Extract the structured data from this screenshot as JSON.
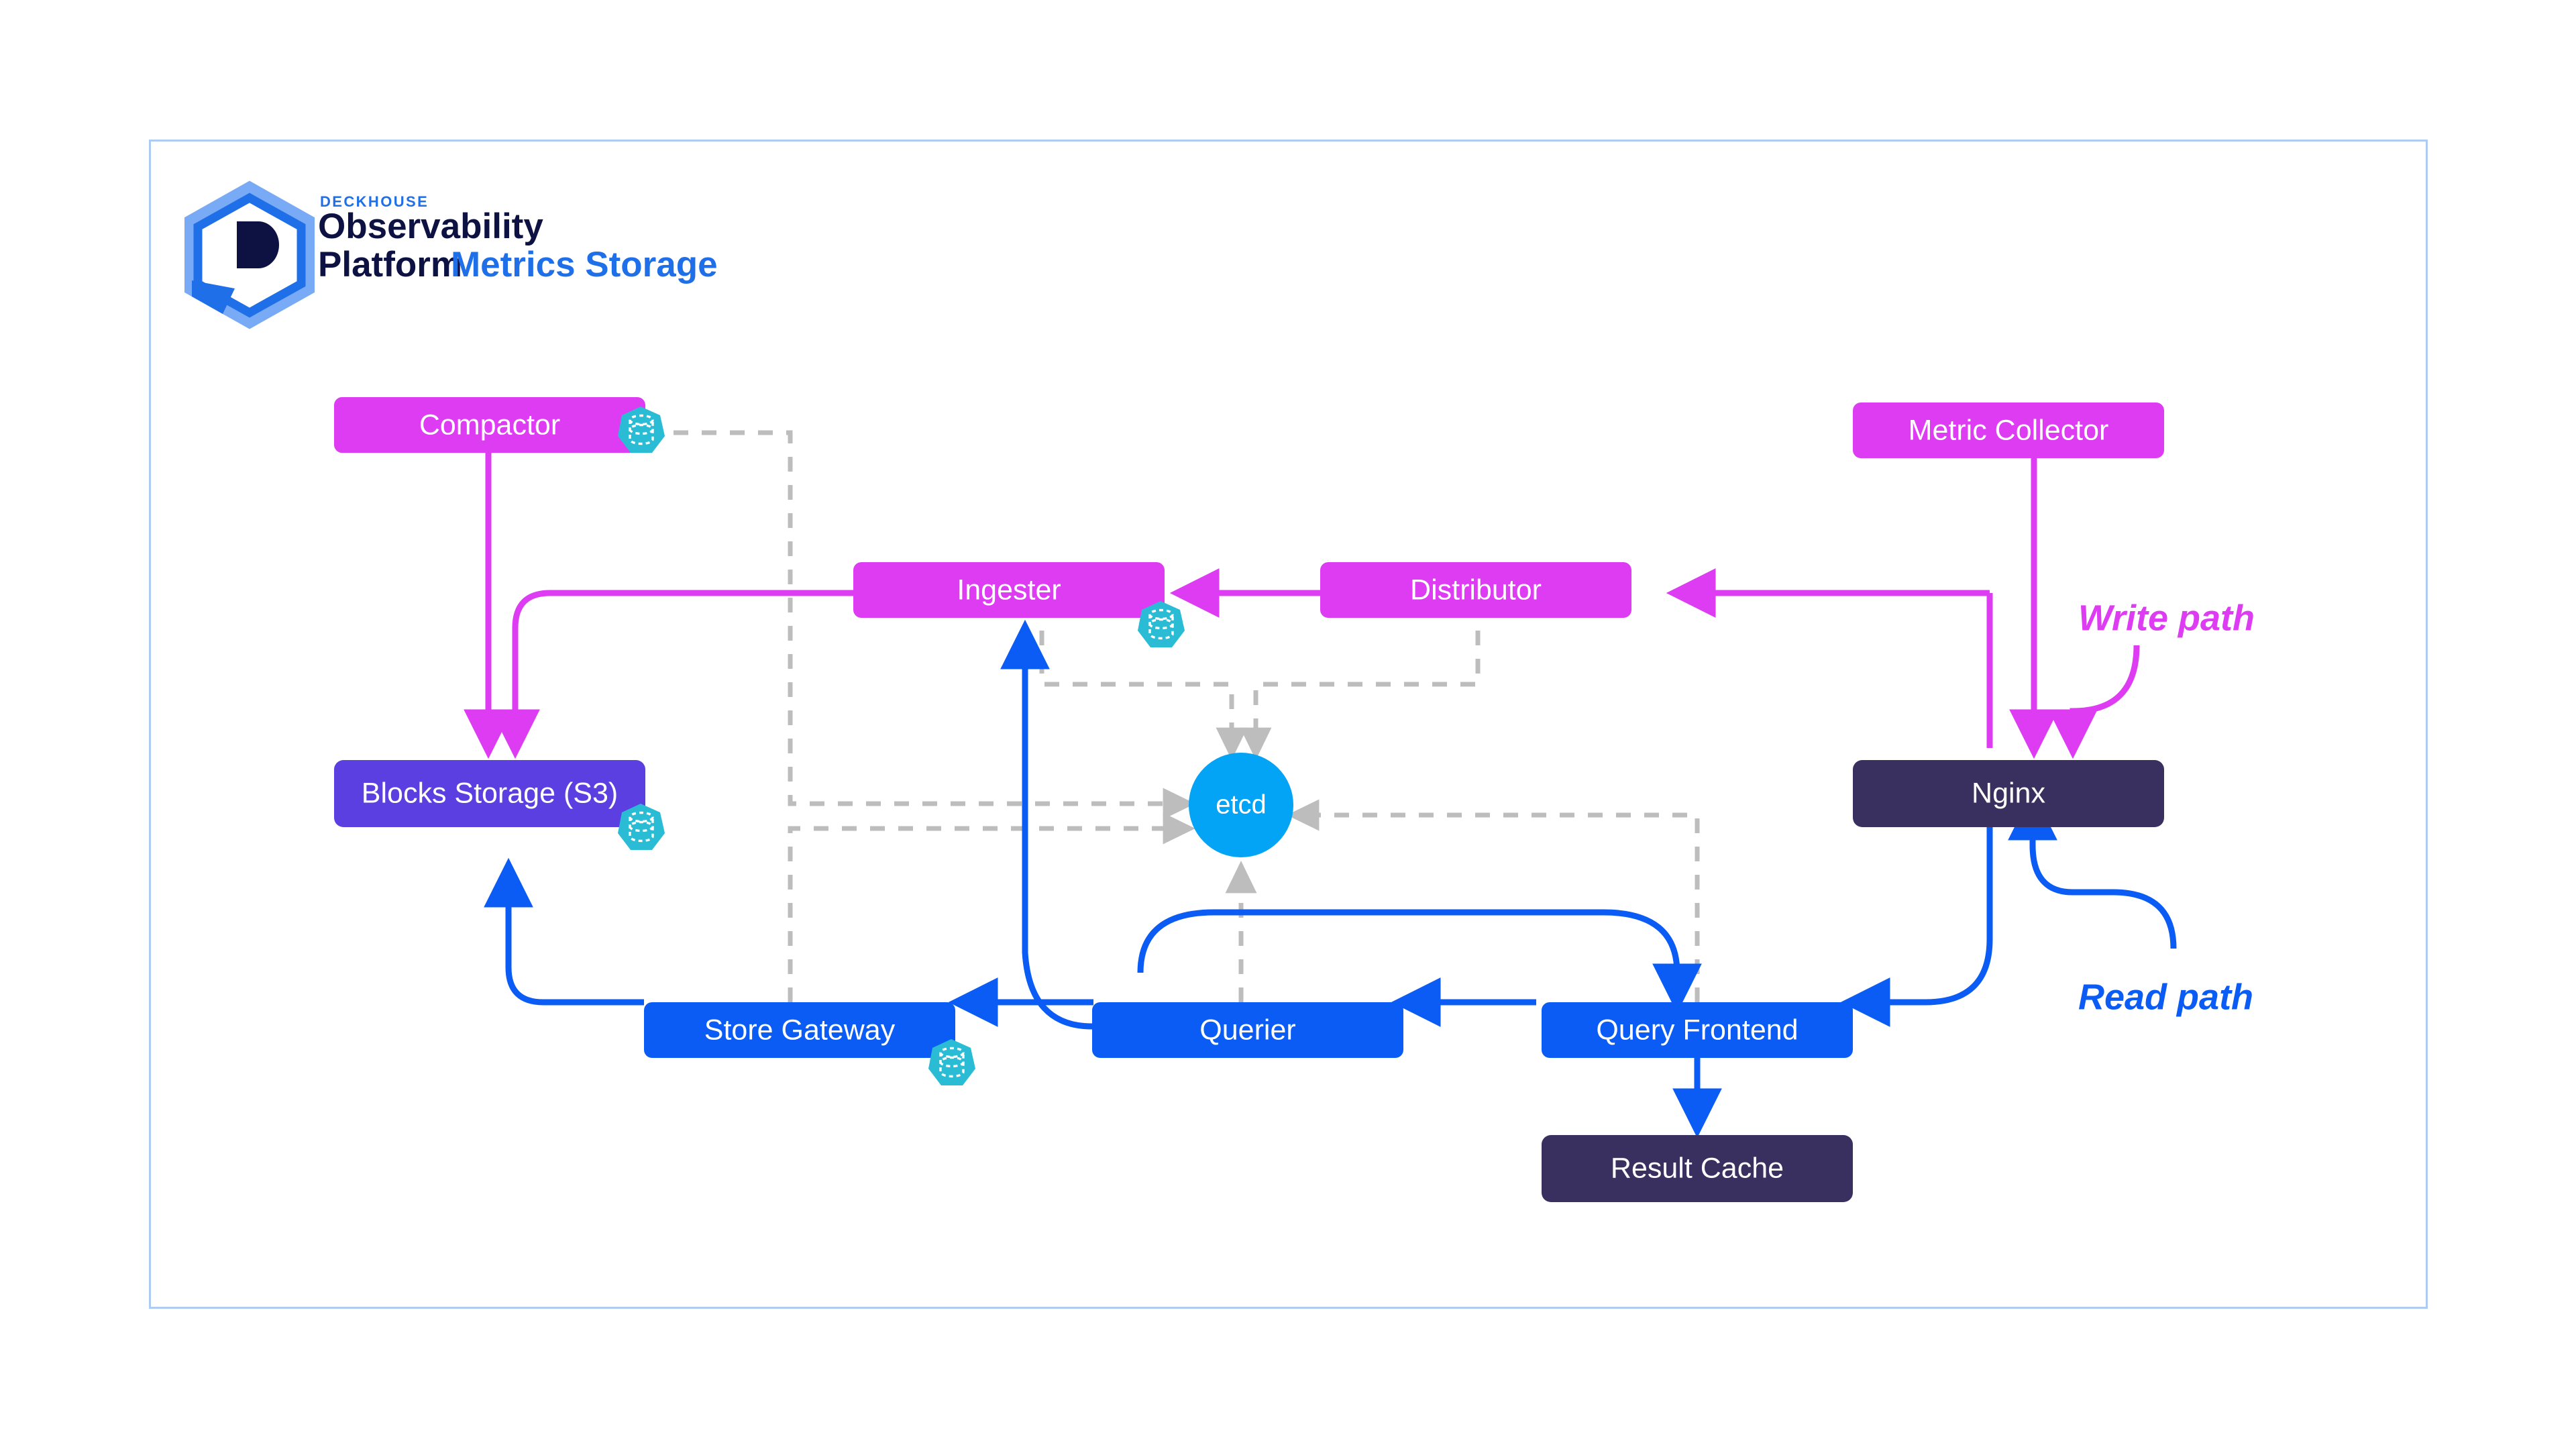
{
  "logo": {
    "eyebrow": "DECKHOUSE",
    "line1": "Observability",
    "line2": "Platform",
    "accent": "Metrics Storage",
    "mark": "deckhouse-hexagon-d",
    "colors": {
      "accent": "#1f6fe8",
      "dark": "#0d1242",
      "hex_outer": "#79aaf5",
      "hex_inner": "#1f6fe8"
    }
  },
  "frame": {
    "border_color": "#aecbf2"
  },
  "palette": {
    "magenta": "#dd3cf2",
    "magenta_bright": "#e040fb",
    "blue": "#0a5cf5",
    "azure": "#03a3f5",
    "purple": "#5b3fe0",
    "dark": "#3a3060",
    "teal": "#29bcd4",
    "gray_dash": "#bdbdbd"
  },
  "nodes": [
    {
      "id": "compactor",
      "label": "Compactor",
      "type": "write",
      "badge": "storage"
    },
    {
      "id": "metric-collector",
      "label": "Metric Collector",
      "type": "write",
      "badge": "none"
    },
    {
      "id": "ingester",
      "label": "Ingester",
      "type": "write",
      "badge": "storage"
    },
    {
      "id": "distributor",
      "label": "Distributor",
      "type": "write",
      "badge": "none"
    },
    {
      "id": "blocks-storage",
      "label": "Blocks Storage (S3)",
      "type": "storage",
      "badge": "storage"
    },
    {
      "id": "etcd",
      "label": "etcd",
      "type": "etcd",
      "badge": "none"
    },
    {
      "id": "nginx",
      "label": "Nginx",
      "type": "dark",
      "badge": "none"
    },
    {
      "id": "store-gateway",
      "label": "Store Gateway",
      "type": "read",
      "badge": "storage"
    },
    {
      "id": "querier",
      "label": "Querier",
      "type": "read",
      "badge": "none"
    },
    {
      "id": "query-frontend",
      "label": "Query Frontend",
      "type": "read",
      "badge": "none"
    },
    {
      "id": "result-cache",
      "label": "Result Cache",
      "type": "dark",
      "badge": "none"
    }
  ],
  "legend": [
    {
      "id": "write-path",
      "label": "Write path",
      "color": "#dd3cf2"
    },
    {
      "id": "read-path",
      "label": "Read path",
      "color": "#0a5cf5"
    }
  ],
  "badge_icon": "storage-cylinder-icon"
}
